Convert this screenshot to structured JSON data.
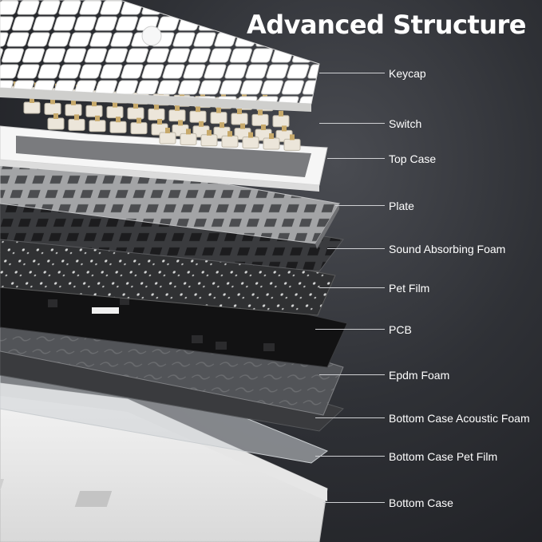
{
  "header": {
    "title": "Advanced Structure"
  },
  "layers": [
    "Keycap",
    "Switch",
    "Top Case",
    "Plate",
    "Sound Absorbing Foam",
    "Pet Film",
    "PCB",
    "Epdm Foam",
    "Bottom Case Acoustic Foam",
    "Bottom Case Pet Film",
    "Bottom Case"
  ],
  "colors": {
    "background": "#2f3136",
    "keycap": "#f2f2f0",
    "switch_housing": "#ece6da",
    "switch_stem": "#c7a96a",
    "case": "#f4f4f4",
    "plate": "#9a9b9d",
    "foam": "#2e2f32",
    "pcb": "#161616",
    "text": "#ffffff"
  }
}
